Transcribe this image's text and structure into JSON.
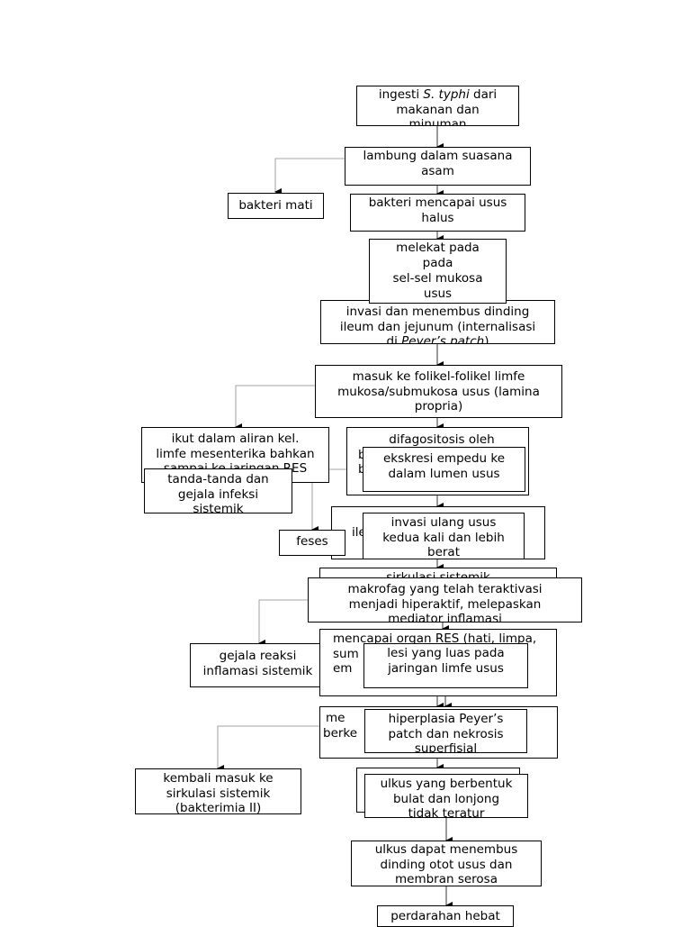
{
  "nodes": {
    "n1": [
      "ingesti S. typhi dari",
      "makanan dan",
      "minuman"
    ],
    "n1_italic": "S. typhi",
    "n2": [
      "lambung dalam suasana",
      "asam"
    ],
    "n3": [
      "bakteri mati"
    ],
    "n4": [
      "bakteri mencapai usus",
      "halus"
    ],
    "n5": [
      "melekat pada",
      "pada",
      "sel-sel mukosa",
      "usus"
    ],
    "n6": [
      "invasi dan menembus dinding",
      "ileum dan jejunum (internalisasi",
      "di Peyer’s patch)"
    ],
    "n6_italic": "Peyer’s patch",
    "n7": [
      "masuk ke folikel-folikel limfe",
      "mukosa/submukosa usus (lamina",
      "propria)"
    ],
    "n8": [
      "ikut dalam aliran kel.",
      "limfe mesenterika bahkan",
      "sampai ke jaringan RES"
    ],
    "n9": [
      "difagositosis oleh",
      "b",
      "b"
    ],
    "n10": [
      "ekskresi empedu ke",
      "dalam lumen usus"
    ],
    "n11": [
      "tanda-tanda dan",
      "gejala infeksi",
      "sistemik"
    ],
    "n12": [
      "ile"
    ],
    "n13": [
      "invasi ulang usus",
      "kedua kali dan lebih",
      "berat"
    ],
    "n14": [
      "feses"
    ],
    "n15": [
      "sirkulasi sistemik"
    ],
    "n16": [
      "makrofag yang telah teraktivasi",
      "menjadi hiperaktif, melepaskan",
      "mediator inflamasi"
    ],
    "n17": [
      "gejala reaksi",
      "inflamasi sistemik"
    ],
    "n18": [
      "mencapai organ RES (hati, limpa,",
      "sum",
      "em"
    ],
    "n19": [
      "lesi yang luas pada",
      "jaringan limfe usus"
    ],
    "n20": [
      "me",
      "berke"
    ],
    "n21": [
      "hiperplasia Peyer’s",
      "patch dan nekrosis",
      "superfisial"
    ],
    "n22": [
      "kembali masuk ke",
      "sirkulasi sistemik",
      "(bakterimia II)"
    ],
    "n23": [
      "ulkus yang berbentuk",
      "bulat dan lonjong",
      "tidak teratur"
    ],
    "n24": [
      "ulkus dapat menembus",
      "dinding otot usus dan",
      "membran serosa"
    ],
    "n25": [
      "perdarahan hebat"
    ]
  }
}
